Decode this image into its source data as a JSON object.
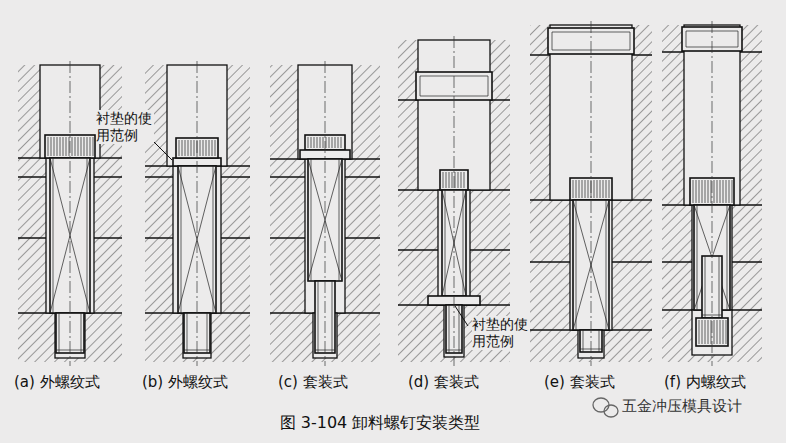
{
  "diagram": {
    "caption": "图 3-104  卸料螺钉安装类型",
    "labels": [
      "衬垫的使用范例",
      "衬垫的使用范例",
      "(a) 外螺纹式",
      "(b) 外螺纹式",
      "(c) 套装式",
      "(d) 套装式",
      "(e) 套装式",
      "(f) 内螺纹式",
      "五金冲压模具设计"
    ]
  }
}
